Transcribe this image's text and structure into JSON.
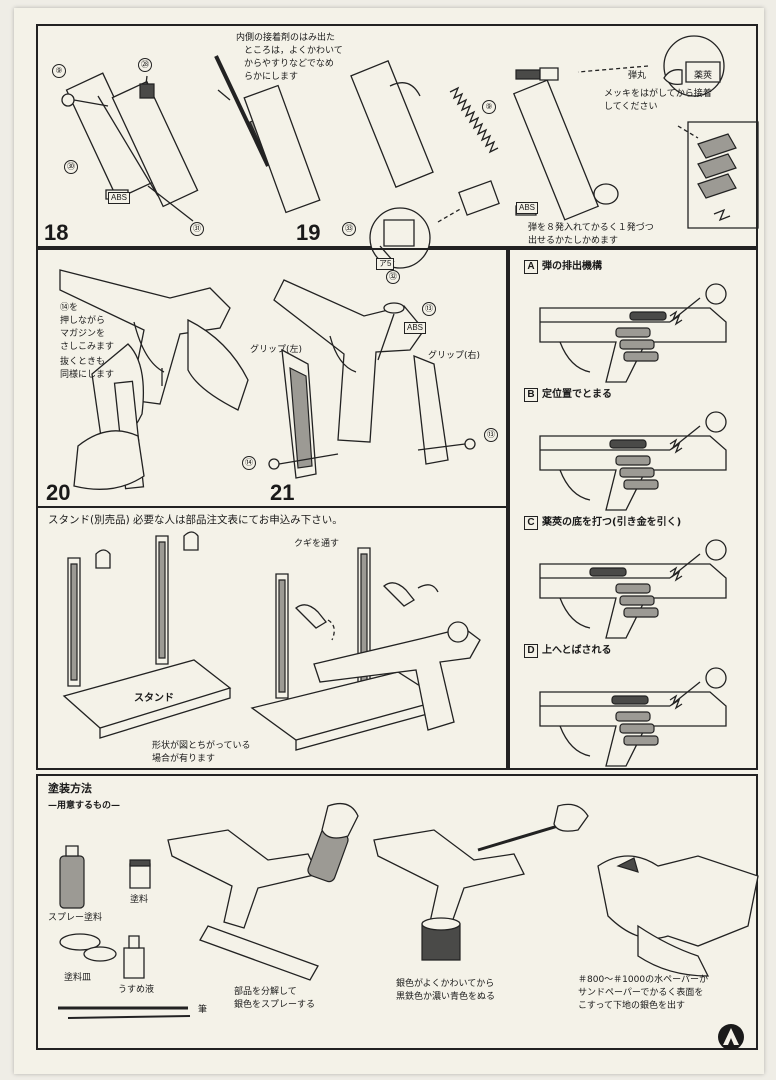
{
  "steps": {
    "s18": {
      "number": "18",
      "parts": [
        "⑨",
        "㉘",
        "㉚",
        "㉛"
      ],
      "material": "ABS"
    },
    "s19": {
      "number": "19",
      "note_lines": [
        "内側の接着剤のはみ出た",
        "ところは，よくかわいて",
        "からやすりなどでなめ",
        "らかにします"
      ],
      "parts": [
        "⑨",
        "㉝",
        "㉜"
      ],
      "material": "ABS",
      "bullet_label": "弾丸",
      "case_label": "薬莢",
      "plating_note_lines": [
        "メッキをはがしてから接着",
        "してください"
      ],
      "load_note_lines": [
        "弾を８発入れてかるく１発づつ",
        "出せるかたしかめます"
      ],
      "small_tag": "ア5"
    },
    "s20": {
      "number": "20",
      "part": "⑭",
      "note_lines": [
        "⑭を",
        "押しながら",
        "マガジンを",
        "さしこみます",
        "抜くときも",
        "同様にします"
      ]
    },
    "s21": {
      "number": "21",
      "grip_left": "グリップ(左)",
      "grip_right": "グリップ(右)",
      "parts": [
        "⑬",
        "⑭",
        "⑬"
      ],
      "material": "ABS"
    }
  },
  "mechanism": {
    "items": [
      {
        "letter": "A",
        "title": "弾の排出機構"
      },
      {
        "letter": "B",
        "title": "定位置でとまる"
      },
      {
        "letter": "C",
        "title": "薬莢の底を打つ(引き金を引く)"
      },
      {
        "letter": "D",
        "title": "上へとばされる"
      }
    ]
  },
  "stand": {
    "header": "スタンド(別売品) 必要な人は部品注文表にてお申込み下さい。",
    "label": "スタンド",
    "peg_note": "クギを通す",
    "shape_note_lines": [
      "形状が図とちがっている",
      "場合が有ります"
    ]
  },
  "painting": {
    "title": "塗装方法",
    "subtitle": "—用意するもの—",
    "spray_paint": "スプレー塗料",
    "paint": "塗料",
    "paint_dish": "塗料皿",
    "thinner": "うすめ液",
    "brush": "筆",
    "step1_lines": [
      "部品を分解して",
      "銀色をスプレーする"
    ],
    "step2_lines": [
      "銀色がよくかわいてから",
      "黒鉄色か濃い青色をぬる"
    ],
    "step3_lines": [
      "＃800～＃1000の水ペーパーか",
      "サンドペーパーでかるく表面を",
      "こすって下地の銀色を出す"
    ]
  }
}
